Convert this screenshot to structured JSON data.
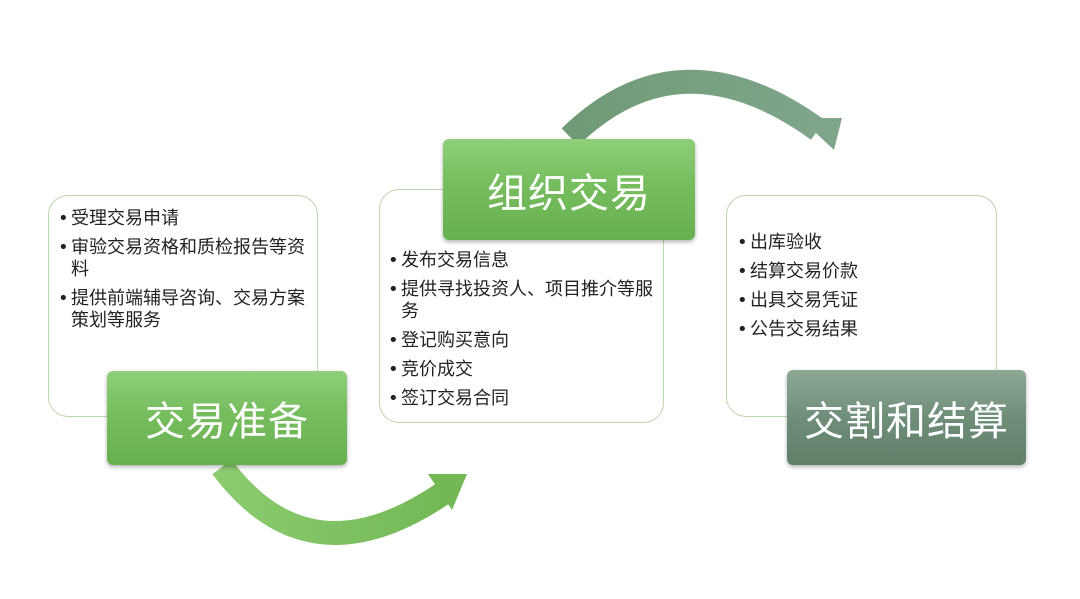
{
  "stages": [
    {
      "title": "交易准备",
      "items": [
        "受理交易申请",
        "审验交易资格和质检报告等资料",
        "提供前端辅导咨询、交易方案策划等服务"
      ]
    },
    {
      "title": "组织交易",
      "items": [
        "发布交易信息",
        "提供寻找投资人、项目推介等服务",
        "登记购买意向",
        "竞价成交",
        "签订交易合同"
      ]
    },
    {
      "title": "交割和结算",
      "items": [
        "出库验收",
        "结算交易价款",
        "出具交易凭证",
        "公告交易结果"
      ]
    }
  ],
  "colors": {
    "green": "#76bd5e",
    "gray_green": "#6f8e7a",
    "box_border": "#bcd6ad"
  }
}
